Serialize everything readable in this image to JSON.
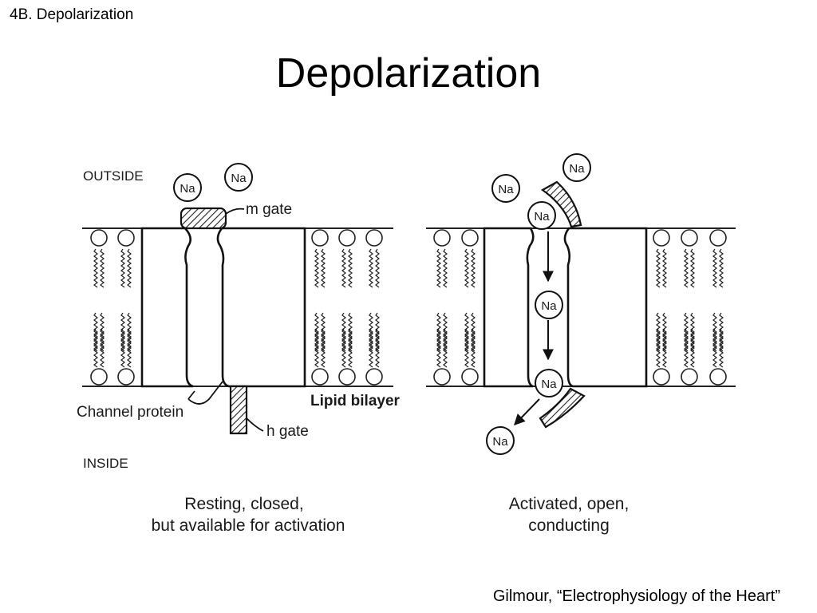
{
  "header": {
    "section_label": "4B.  Depolarization",
    "title": "Depolarization"
  },
  "diagram": {
    "outside_label": "OUTSIDE",
    "inside_label": "INSIDE",
    "ion_label": "Na",
    "m_gate_label": "m gate",
    "h_gate_label": "h gate",
    "channel_protein_label": "Channel protein",
    "lipid_bilayer_label": "Lipid bilayer",
    "left_caption": [
      "Resting, closed,",
      "but available for activation"
    ],
    "right_caption": [
      "Activated, open,",
      "conducting"
    ]
  },
  "citation": "Gilmour, “Electrophysiology of the Heart”"
}
